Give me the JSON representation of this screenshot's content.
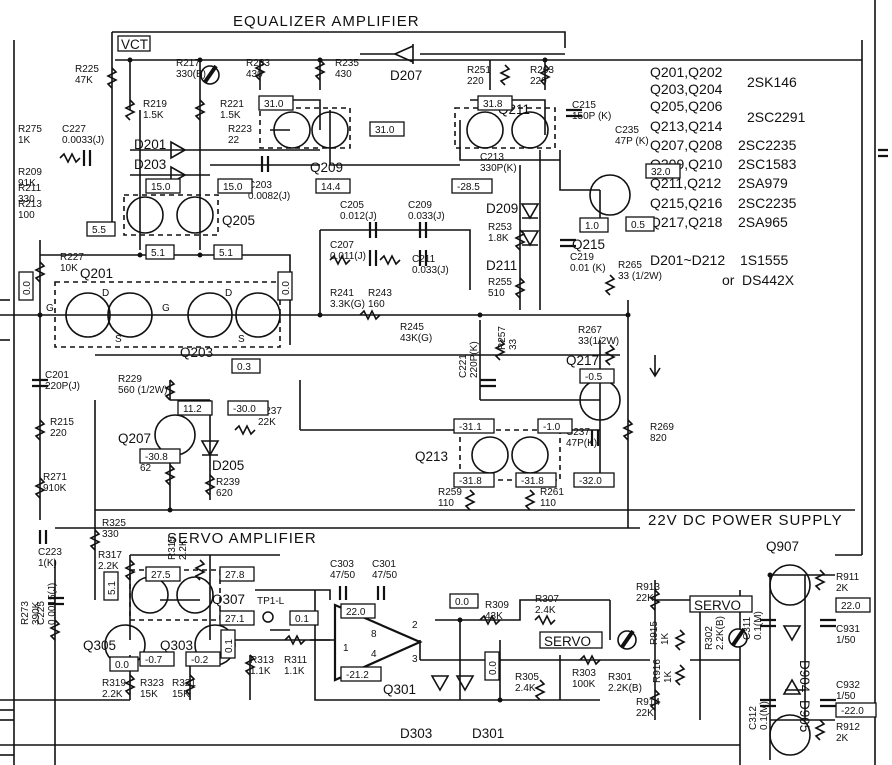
{
  "sections": {
    "equalizer_title": "EQUALIZER AMPLIFIER",
    "servo_title": "SERVO AMPLIFIER",
    "power_supply": "22V DC POWER SUPPLY"
  },
  "tags": {
    "vct": "VCT",
    "servo_left": "SERVO",
    "servo_right": "SERVO",
    "tp1": "TP1-L"
  },
  "legend": [
    {
      "lines": [
        "Q201,Q202",
        "Q203,Q204"
      ],
      "part": "2SK146"
    },
    {
      "lines": [
        "Q205,Q206",
        "Q213,Q214"
      ],
      "part": "2SC2291"
    },
    {
      "lines": [
        "Q207,Q208"
      ],
      "part": "2SC2235"
    },
    {
      "lines": [
        "Q209,Q210"
      ],
      "part": "2SC1583"
    },
    {
      "lines": [
        "Q211,Q212"
      ],
      "part": "2SA979"
    },
    {
      "lines": [
        "Q215,Q216"
      ],
      "part": "2SC2235"
    },
    {
      "lines": [
        "Q217,Q218"
      ],
      "part": "2SA965"
    }
  ],
  "diodes_legend": {
    "range": "D201~D212",
    "part1": "1S1555",
    "or": "or",
    "part2": "DS442X"
  },
  "transistors": [
    "Q201",
    "Q203",
    "Q205",
    "Q207",
    "Q209",
    "Q211",
    "Q213",
    "Q215",
    "Q217",
    "Q301",
    "Q303",
    "Q305",
    "Q307",
    "Q907"
  ],
  "diodes": [
    "D201",
    "D203",
    "D205",
    "D207",
    "D209",
    "D211",
    "D301",
    "D303",
    "D904",
    "D905"
  ],
  "components": [
    {
      "ref": "R225",
      "val": "47K"
    },
    {
      "ref": "R217",
      "val": "330(B)"
    },
    {
      "ref": "R219",
      "val": "1.5K"
    },
    {
      "ref": "R221",
      "val": "1.5K"
    },
    {
      "ref": "R223",
      "val": "22"
    },
    {
      "ref": "R233",
      "val": "430"
    },
    {
      "ref": "R235",
      "val": "430"
    },
    {
      "ref": "R251",
      "val": "220"
    },
    {
      "ref": "R263",
      "val": "220"
    },
    {
      "ref": "C215",
      "val": "150P (K)"
    },
    {
      "ref": "C235",
      "val": "47P (K)"
    },
    {
      "ref": "R275",
      "val": "1K"
    },
    {
      "ref": "C227",
      "val": "0.0033(J)"
    },
    {
      "ref": "R209",
      "val": "91K"
    },
    {
      "ref": "R211",
      "val": "330"
    },
    {
      "ref": "R213",
      "val": "100"
    },
    {
      "ref": "C203",
      "val": "0.0082(J)"
    },
    {
      "ref": "C213",
      "val": "330P(K)"
    },
    {
      "ref": "C205",
      "val": "0.012(J)"
    },
    {
      "ref": "C209",
      "val": "0.033(J)"
    },
    {
      "ref": "C207",
      "val": "0.011(J)"
    },
    {
      "ref": "C211",
      "val": "0.033(J)"
    },
    {
      "ref": "R241",
      "val": "3.3K(G)"
    },
    {
      "ref": "R243",
      "val": "160"
    },
    {
      "ref": "R245",
      "val": "43K(G)"
    },
    {
      "ref": "R253",
      "val": "1.8K"
    },
    {
      "ref": "R255",
      "val": "510"
    },
    {
      "ref": "C219",
      "val": "0.01 (K)"
    },
    {
      "ref": "R265",
      "val": "33 (1/2W)"
    },
    {
      "ref": "R227",
      "val": "10K"
    },
    {
      "ref": "R267",
      "val": "33(1/2W)"
    },
    {
      "ref": "C201",
      "val": "220P(J)"
    },
    {
      "ref": "R229",
      "val": "560 (1/2W)"
    },
    {
      "ref": "R237",
      "val": "22K"
    },
    {
      "ref": "R215",
      "val": "220"
    },
    {
      "ref": "C221",
      "val": "220P(K)"
    },
    {
      "ref": "R257",
      "val": "33"
    },
    {
      "ref": "C237",
      "val": "47P(K)"
    },
    {
      "ref": "R269",
      "val": "820"
    },
    {
      "ref": "R231",
      "val": "62"
    },
    {
      "ref": "R239",
      "val": "620"
    },
    {
      "ref": "R271",
      "val": "910K"
    },
    {
      "ref": "R259",
      "val": "110"
    },
    {
      "ref": "R261",
      "val": "110"
    },
    {
      "ref": "R325",
      "val": "330"
    },
    {
      "ref": "C223",
      "val": "1(K)"
    },
    {
      "ref": "R317",
      "val": "2.2K"
    },
    {
      "ref": "R315",
      "val": "2.2K"
    },
    {
      "ref": "C303",
      "val": "47/50"
    },
    {
      "ref": "C301",
      "val": "47/50"
    },
    {
      "ref": "R309",
      "val": "43K"
    },
    {
      "ref": "R307",
      "val": "2.4K"
    },
    {
      "ref": "R913",
      "val": "22K"
    },
    {
      "ref": "R911",
      "val": "2K"
    },
    {
      "ref": "C931",
      "val": "1/50"
    },
    {
      "ref": "R273",
      "val": "390K"
    },
    {
      "ref": "C225",
      "val": "0.0015(J)"
    },
    {
      "ref": "R313",
      "val": "1.1K"
    },
    {
      "ref": "R311",
      "val": "1.1K"
    },
    {
      "ref": "R915",
      "val": "1K"
    },
    {
      "ref": "R302",
      "val": "2.2K(B)"
    },
    {
      "ref": "C311",
      "val": "0.1(M)"
    },
    {
      "ref": "R319",
      "val": "2.2K"
    },
    {
      "ref": "R323",
      "val": "15K"
    },
    {
      "ref": "R321",
      "val": "15K"
    },
    {
      "ref": "R305",
      "val": "2.4K"
    },
    {
      "ref": "R303",
      "val": "100K"
    },
    {
      "ref": "R301",
      "val": "2.2K(B)"
    },
    {
      "ref": "R916",
      "val": "1K"
    },
    {
      "ref": "R914",
      "val": "22K"
    },
    {
      "ref": "C312",
      "val": "0.1(M)"
    },
    {
      "ref": "C932",
      "val": "1/50"
    },
    {
      "ref": "R912",
      "val": "2K"
    }
  ],
  "voltages": [
    "31.0",
    "31.0",
    "31.8",
    "15.0",
    "15.0",
    "14.4",
    "-28.5",
    "32.0",
    "1.0",
    "0.5",
    "5.5",
    "5.1",
    "5.1",
    "0.0",
    "0.0",
    "0.3",
    "-0.5",
    "11.2",
    "-30.0",
    "-30.8",
    "-31.1",
    "-1.0",
    "-31.8",
    "-31.8",
    "-32.0",
    "27.5",
    "27.8",
    "27.1",
    "5.1",
    "0.0",
    "-0.7",
    "-0.2",
    "0.1",
    "0.1",
    "22.0",
    "-21.2",
    "0.0",
    "0.0",
    "22.0",
    "-22.0"
  ],
  "pins": [
    "G",
    "D",
    "S",
    "G",
    "D",
    "S",
    "8",
    "4",
    "1",
    "2",
    "3"
  ]
}
